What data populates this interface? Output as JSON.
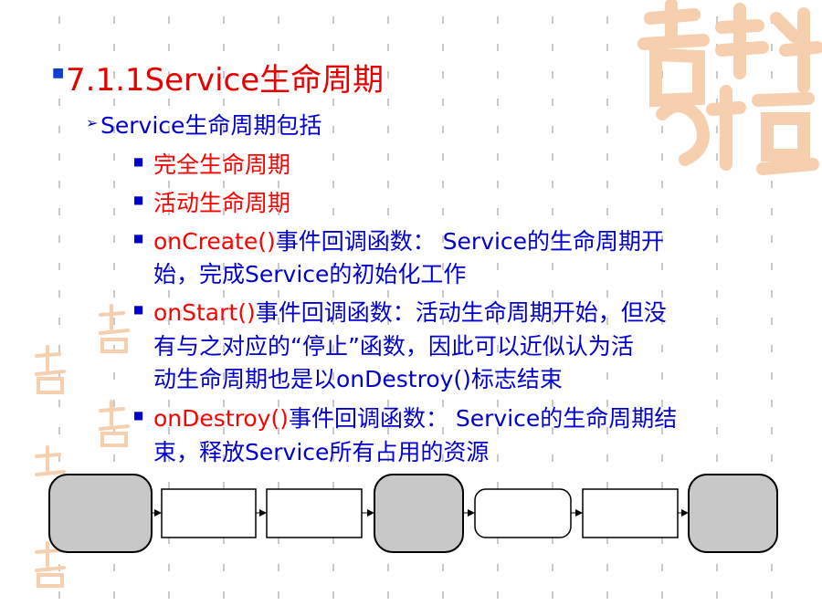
{
  "slide": {
    "title": "7.1.1Service生命周期",
    "subtitle": "Service生命周期包括",
    "items": [
      {
        "red": "完全生命周期",
        "rest": ""
      },
      {
        "red": "活动生命周期",
        "rest": ""
      },
      {
        "red": "onCreate()",
        "rest": "事件回调函数： Service的生命周期开",
        "cont": [
          "始，完成Service的初始化工作"
        ]
      },
      {
        "red": "onStart()",
        "rest": "事件回调函数：活动生命周期开始，但没",
        "cont": [
          "有与之对应的“停止”函数，因此可以近似认为活",
          "动生命周期也是以onDestroy()标志结束"
        ]
      },
      {
        "red": "onDestroy()",
        "rest": "事件回调函数： Service的生命周期结",
        "cont": [
          "束，释放Service所有占用的资源"
        ]
      }
    ]
  },
  "colors": {
    "title": "#e60000",
    "text": "#0000cc",
    "highlight": "#ff0000",
    "node_gray": "#c8c8c8",
    "watermark": "#f5cfae"
  }
}
